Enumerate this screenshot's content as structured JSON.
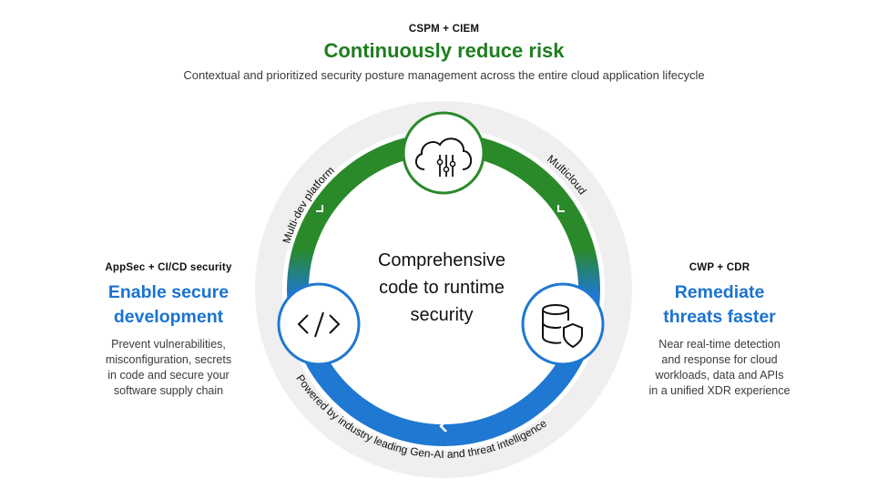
{
  "top": {
    "eyebrow": "CSPM + CIEM",
    "headline": "Continuously reduce risk",
    "description": "Contextual and prioritized security posture management across the entire cloud application lifecycle"
  },
  "left": {
    "eyebrow": "AppSec + CI/CD security",
    "headline_line1": "Enable secure",
    "headline_line2": "development",
    "desc_line1": "Prevent vulnerabilities,",
    "desc_line2": "misconfiguration, secrets",
    "desc_line3": "in code and secure your",
    "desc_line4": "software supply chain"
  },
  "right": {
    "eyebrow": "CWP + CDR",
    "headline_line1": "Remediate",
    "headline_line2": "threats faster",
    "desc_line1": "Near real-time detection",
    "desc_line2": "and response for cloud",
    "desc_line3": "workloads, data and APIs",
    "desc_line4": "in a unified XDR experience"
  },
  "center": {
    "line1": "Comprehensive",
    "line2": "code to runtime",
    "line3": "security"
  },
  "ring_labels": {
    "left": "Multi-dev platform",
    "right": "Multicloud",
    "bottom": "Powered by industry leading Gen-AI and threat intelligence"
  },
  "icons": {
    "top": "cloud-settings-icon",
    "left": "code-brackets-icon",
    "right": "database-shield-icon"
  },
  "colors": {
    "green": "#1e7e1e",
    "blue": "#1a73d1",
    "ring_green": "#2a8a2a",
    "ring_blue": "#1f78d1",
    "outer_ring": "#efefef"
  }
}
